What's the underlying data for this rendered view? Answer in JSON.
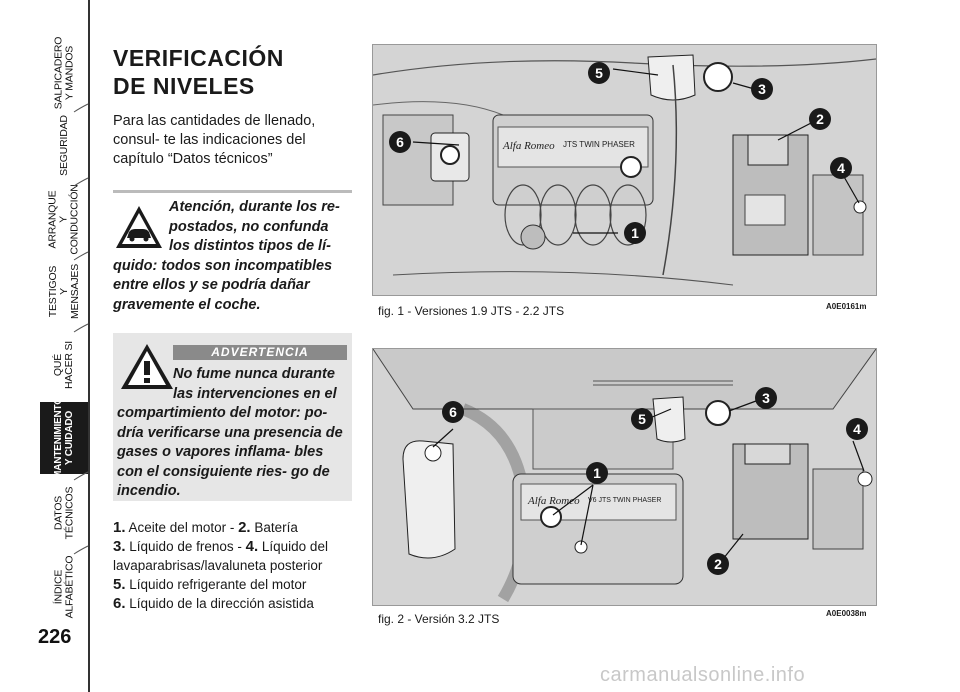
{
  "sidebar": {
    "tabs": [
      {
        "label": "SALPICADERO\nY MANDOS",
        "active": false
      },
      {
        "label": "SEGURIDAD",
        "active": false
      },
      {
        "label": "ARRANQUE\nY CONDUCCIÓN",
        "active": false
      },
      {
        "label": "TESTIGOS\nY MENSAJES",
        "active": false
      },
      {
        "label": "QUÉ\nHACER SI",
        "active": false
      },
      {
        "label": "MANTENIMIENTO\nY CUIDADO",
        "active": true
      },
      {
        "label": "DATOS\nTÉCNICOS",
        "active": false
      },
      {
        "label": "ÍNDICE\nALFABÉTICO",
        "active": false
      }
    ],
    "page_number": "226"
  },
  "title_line1": "VERIFICACIÓN",
  "title_line2": "DE NIVELES",
  "intro": "Para las cantidades de llenado, consul- te las indicaciones del capítulo “Datos técnicos”",
  "attention": {
    "line1": "Atención, durante los re-",
    "line2": "postados, no confunda",
    "line3": "los distintos tipos de lí-",
    "rest": "quido: todos son incompatibles entre ellos y se podría dañar gravemente el coche."
  },
  "warning": {
    "badge": "ADVERTENCIA",
    "line1": "No fume nunca durante",
    "line2": "las intervenciones en el",
    "rest": "compartimiento del motor: po- dría verificarse una presencia de gases o vapores inflama- bles con el consiguiente ries- go de incendio."
  },
  "legend": [
    {
      "num": "1.",
      "text": "Aceite del motor - "
    },
    {
      "num": "2.",
      "text": "Batería"
    },
    {
      "num": "3.",
      "text": "Líquido de frenos - "
    },
    {
      "num": "4.",
      "text": "Líquido del lavaparabrisas/lavaluneta posterior"
    },
    {
      "num": "5.",
      "text": "Líquido refrigerante del motor"
    },
    {
      "num": "6.",
      "text": "Líquido de la dirección asistida"
    }
  ],
  "figures": [
    {
      "caption": "fig. 1 - Versiones 1.9 JTS - 2.2 JTS",
      "code": "A0E0161m",
      "engine_text": "JTS TWIN PHASER",
      "brand": "Alfa Romeo"
    },
    {
      "caption": "fig. 2 - Versión 3.2 JTS",
      "code": "A0E0038m",
      "engine_text": "V6 JTS TWIN PHASER",
      "brand": "Alfa Romeo"
    }
  ],
  "callouts": [
    "1",
    "2",
    "3",
    "4",
    "5",
    "6"
  ],
  "watermark": "carmanualsonline.info",
  "colors": {
    "active_tab": "#1a1a1a",
    "warning_bg": "#e6e6e6",
    "badge_bg": "#8a8a8a",
    "figure_bg": "#d8d8d8"
  }
}
